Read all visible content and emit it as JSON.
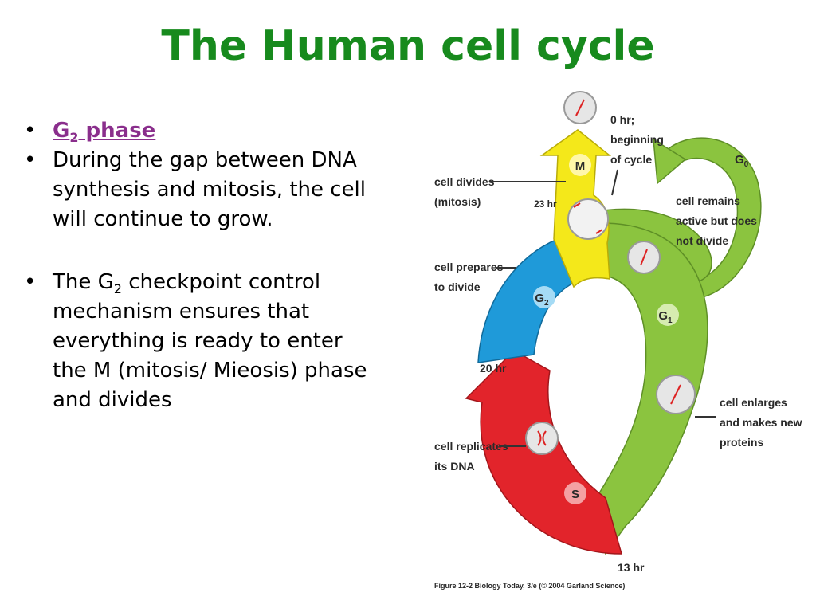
{
  "slide": {
    "title": "The Human cell cycle",
    "bullet_1_prefix": "G",
    "bullet_1_sub": "2",
    "bullet_1_suffix": " phase",
    "bullet_2": "During the gap between DNA synthesis and mitosis, the cell will continue to grow.",
    "bullet_3_prefix": "The G",
    "bullet_3_sub": "2",
    "bullet_3_suffix": " checkpoint control mechanism ensures that everything is ready to enter the M (mitosis/ Mieosis) phase and divides"
  },
  "diagram": {
    "phase_m": "M",
    "phase_g2": "G",
    "phase_g2_sub": "2",
    "phase_g1": "G",
    "phase_g1_sub": "1",
    "phase_s": "S",
    "phase_g0": "G",
    "phase_g0_sub": "0",
    "time_0": [
      "0 hr;",
      "beginning",
      "of cycle"
    ],
    "time_23": "23 hr",
    "time_20": "20 hr",
    "time_13": "13 hr",
    "label_divides": [
      "cell divides",
      "(mitosis)"
    ],
    "label_prepares": [
      "cell prepares",
      "to divide"
    ],
    "label_replicates": [
      "cell replicates",
      "its DNA"
    ],
    "label_remains": [
      "cell remains",
      "active but does",
      "not divide"
    ],
    "label_enlarges": [
      "cell enlarges",
      "and makes new",
      "proteins"
    ],
    "caption": "Figure 12-2 Biology Today, 3/e (© 2004 Garland Science)",
    "colors": {
      "m": "#f4e81a",
      "g1": "#8bc43f",
      "g2": "#1f9ad9",
      "s": "#e2242b",
      "title": "#178a1d"
    }
  }
}
